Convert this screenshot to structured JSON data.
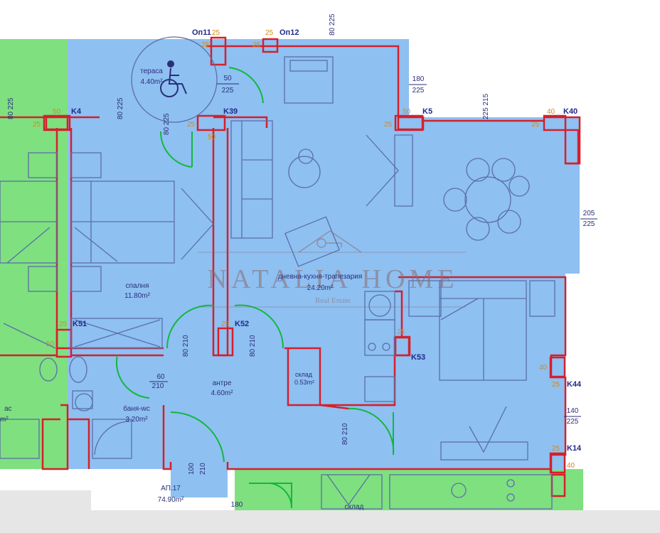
{
  "colors": {
    "apartment_fill": "#8ec0f2",
    "neighbor_fill": "#7fe07f",
    "wall": "#d4202c",
    "door_arc": "#13b83a",
    "furniture": "#5a6fa8",
    "text": "#2b2f7a",
    "watermark": "#8c6a6a",
    "label_orange": "#d28a20"
  },
  "watermark": {
    "brand": "NATALIA HOME",
    "subtitle": "Real Estate",
    "icon": "house-key-icon"
  },
  "accessibility_icon": "wheelchair-icon",
  "rooms": [
    {
      "id": "terrace",
      "name": "тераса",
      "area": "4.40m²"
    },
    {
      "id": "bedroom1",
      "name": "спалня",
      "area": "11.80m²"
    },
    {
      "id": "living",
      "name": "дневна-кухня-трапезария",
      "area": "24.20m²"
    },
    {
      "id": "hall",
      "name": "антре",
      "area": "4.60m²"
    },
    {
      "id": "storage",
      "name": "склад",
      "area": "0.53m²"
    },
    {
      "id": "bath",
      "name": "баня-wc",
      "area": "3.20m²"
    },
    {
      "id": "apartment",
      "name": "АП.17",
      "area": "74.90m²"
    },
    {
      "id": "neighbor_storage",
      "name": "склад",
      "area": ""
    },
    {
      "id": "neighbor_left",
      "name": "ас",
      "area": "m²"
    }
  ],
  "columns": [
    {
      "id": "on11",
      "label": "Оп11"
    },
    {
      "id": "on12",
      "label": "Оп12"
    },
    {
      "id": "k4",
      "label": "K4"
    },
    {
      "id": "k39",
      "label": "K39"
    },
    {
      "id": "k5",
      "label": "K5"
    },
    {
      "id": "k40",
      "label": "K40"
    },
    {
      "id": "k51",
      "label": "K51"
    },
    {
      "id": "k52",
      "label": "K52"
    },
    {
      "id": "k53",
      "label": "K53"
    },
    {
      "id": "k44",
      "label": "K44"
    },
    {
      "id": "k14",
      "label": "K14"
    }
  ],
  "dimensions": {
    "top_window_a": "50",
    "top_window_b": "225",
    "terrace_door_a": "180",
    "terrace_door_b": "225",
    "right_window_a": "205",
    "right_window_b": "225",
    "right_lower_a": "140",
    "right_lower_b": "225",
    "hall_door_a": "100",
    "hall_door_b": "210",
    "bath_door_a": "60",
    "bath_door_b": "210",
    "entry_door_a": "100",
    "entry_door_b": "210",
    "bed_door": "80 210",
    "k52_door": "80 210",
    "living_door": "80 210",
    "top_vert_1": "80 225",
    "top_vert_2": "80 225",
    "top_vert_3": "225 215",
    "terrace_vert": "80 225",
    "bottom_180": "180",
    "w25": "25",
    "w50": "50",
    "w40": "40"
  }
}
